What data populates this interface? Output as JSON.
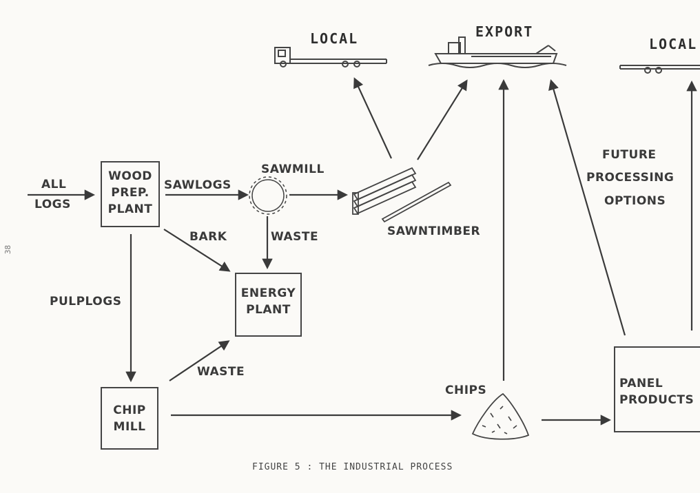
{
  "page_number": "38",
  "headers": {
    "local_left": "LOCAL",
    "export": "EXPORT",
    "local_right": "LOCAL"
  },
  "inputs": {
    "all": "ALL",
    "logs": "LOGS"
  },
  "boxes": {
    "wood_prep": [
      "WOOD",
      "PREP.",
      "PLANT"
    ],
    "energy": [
      "ENERGY",
      "PLANT"
    ],
    "chip_mill": [
      "CHIP",
      "MILL"
    ],
    "panel": [
      "PANEL",
      "PRODUCTS"
    ]
  },
  "labels": {
    "sawlogs": "SAWLOGS",
    "sawmill": "SAWMILL",
    "bark": "BARK",
    "waste_sawmill": "WASTE",
    "waste_chipmill": "WASTE",
    "pulplogs": "PULPLOGS",
    "sawntimber": "SAWNTIMBER",
    "chips": "CHIPS",
    "future_options": [
      "FUTURE",
      "PROCESSING",
      "OPTIONS"
    ]
  },
  "caption": "FIGURE 5 : THE INDUSTRIAL PROCESS",
  "colors": {
    "ink": "#3a3a3a",
    "paper": "#fbfaf7"
  }
}
